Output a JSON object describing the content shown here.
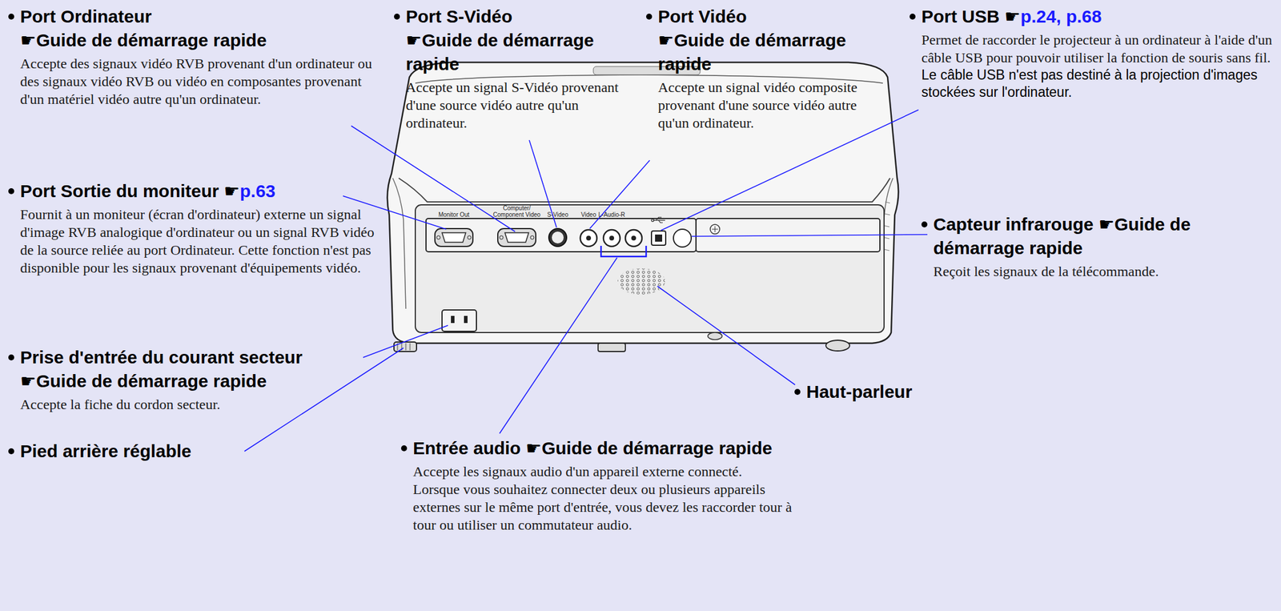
{
  "diagram": {
    "labels": [
      "Port Ordinateur",
      "☛",
      "Guide de démarrage rapide",
      "Accepte des signaux vidéo RVB provenant d'un ordinateur ou des signaux vidéo RVB ou vidéo en composantes provenant d'un matériel vidéo autre qu'un ordinateur.",
      "Port Sortie du moniteur",
      "☛",
      "p.63",
      "Fournit à un moniteur (écran d'ordinateur) externe un signal d'image RVB analogique d'ordinateur ou un signal RVB vidéo de la source reliée au port Ordinateur. Cette fonction n'est pas disponible pour les signaux provenant d'équipements vidéo.",
      "Prise d'entrée du courant secteur",
      "☛",
      "Guide de démarrage rapide",
      "Accepte la fiche du cordon secteur.",
      "Pied arrière réglable",
      "Port S-Vidéo",
      "☛",
      "Guide de démarrage rapide",
      "Accepte un signal S-Vidéo provenant d'une source vidéo autre qu'un ordinateur.",
      "Port Vidéo",
      "☛",
      "Guide de démarrage rapide",
      "Accepte un signal vidéo composite provenant d'une source vidéo autre qu'un ordinateur.",
      "Port USB",
      "☛",
      "p.24, p.68",
      "Permet de raccorder le projecteur à un ordinateur à l'aide d'un câble USB pour pouvoir utiliser la fonction de souris sans fil.",
      "Le câble USB n'est pas destiné à la projection d'images stockées sur l'ordinateur.",
      "Capteur infrarouge",
      "☛",
      "Guide de démarrage rapide",
      "Reçoit les signaux de la télécommande.",
      "Haut-parleur",
      "Entrée audio",
      "☛",
      "Guide de démarrage rapide",
      "Accepte les signaux audio d'un appareil externe connecté.",
      "Lorsque vous souhaitez connecter deux ou plusieurs appareils externes sur le même port d'entrée, vous devez les raccorder tour à tour ou utiliser un commutateur audio.",
      "Monitor Out",
      "Computer/ Component Video",
      "S-Video",
      "Video",
      "L-Audio-R"
    ]
  }
}
